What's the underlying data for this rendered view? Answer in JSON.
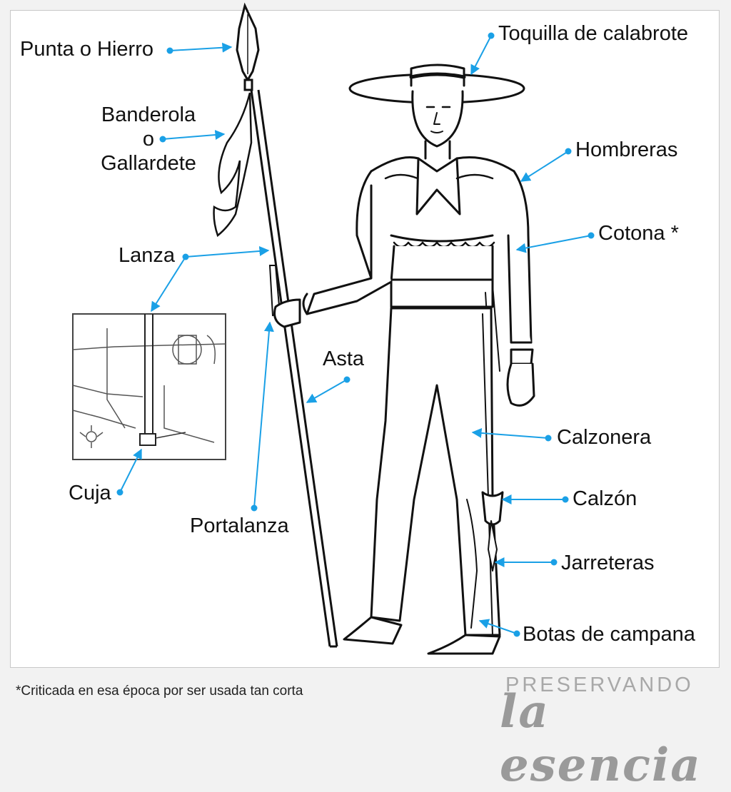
{
  "labels": {
    "punta": "Punta o Hierro",
    "banderola_1": "Banderola",
    "banderola_2": "o",
    "banderola_3": "Gallardete",
    "lanza": "Lanza",
    "cuja": "Cuja",
    "portalanza": "Portalanza",
    "asta": "Asta",
    "toquilla": "Toquilla de calabrote",
    "hombreras": "Hombreras",
    "cotona": "Cotona *",
    "calzonera": "Calzonera",
    "calzon": "Calzón",
    "jarreteras": "Jarreteras",
    "botas": "Botas de campana"
  },
  "footnote": "*Criticada en esa época por ser usada tan corta",
  "logo": {
    "top": "PRESERVANDO",
    "bottom": "la esencia"
  },
  "colors": {
    "accent": "#1aa0e6",
    "line": "#111111",
    "background": "#ffffff",
    "frame": "#f2f2f2",
    "logo": "#9a9a9a"
  }
}
